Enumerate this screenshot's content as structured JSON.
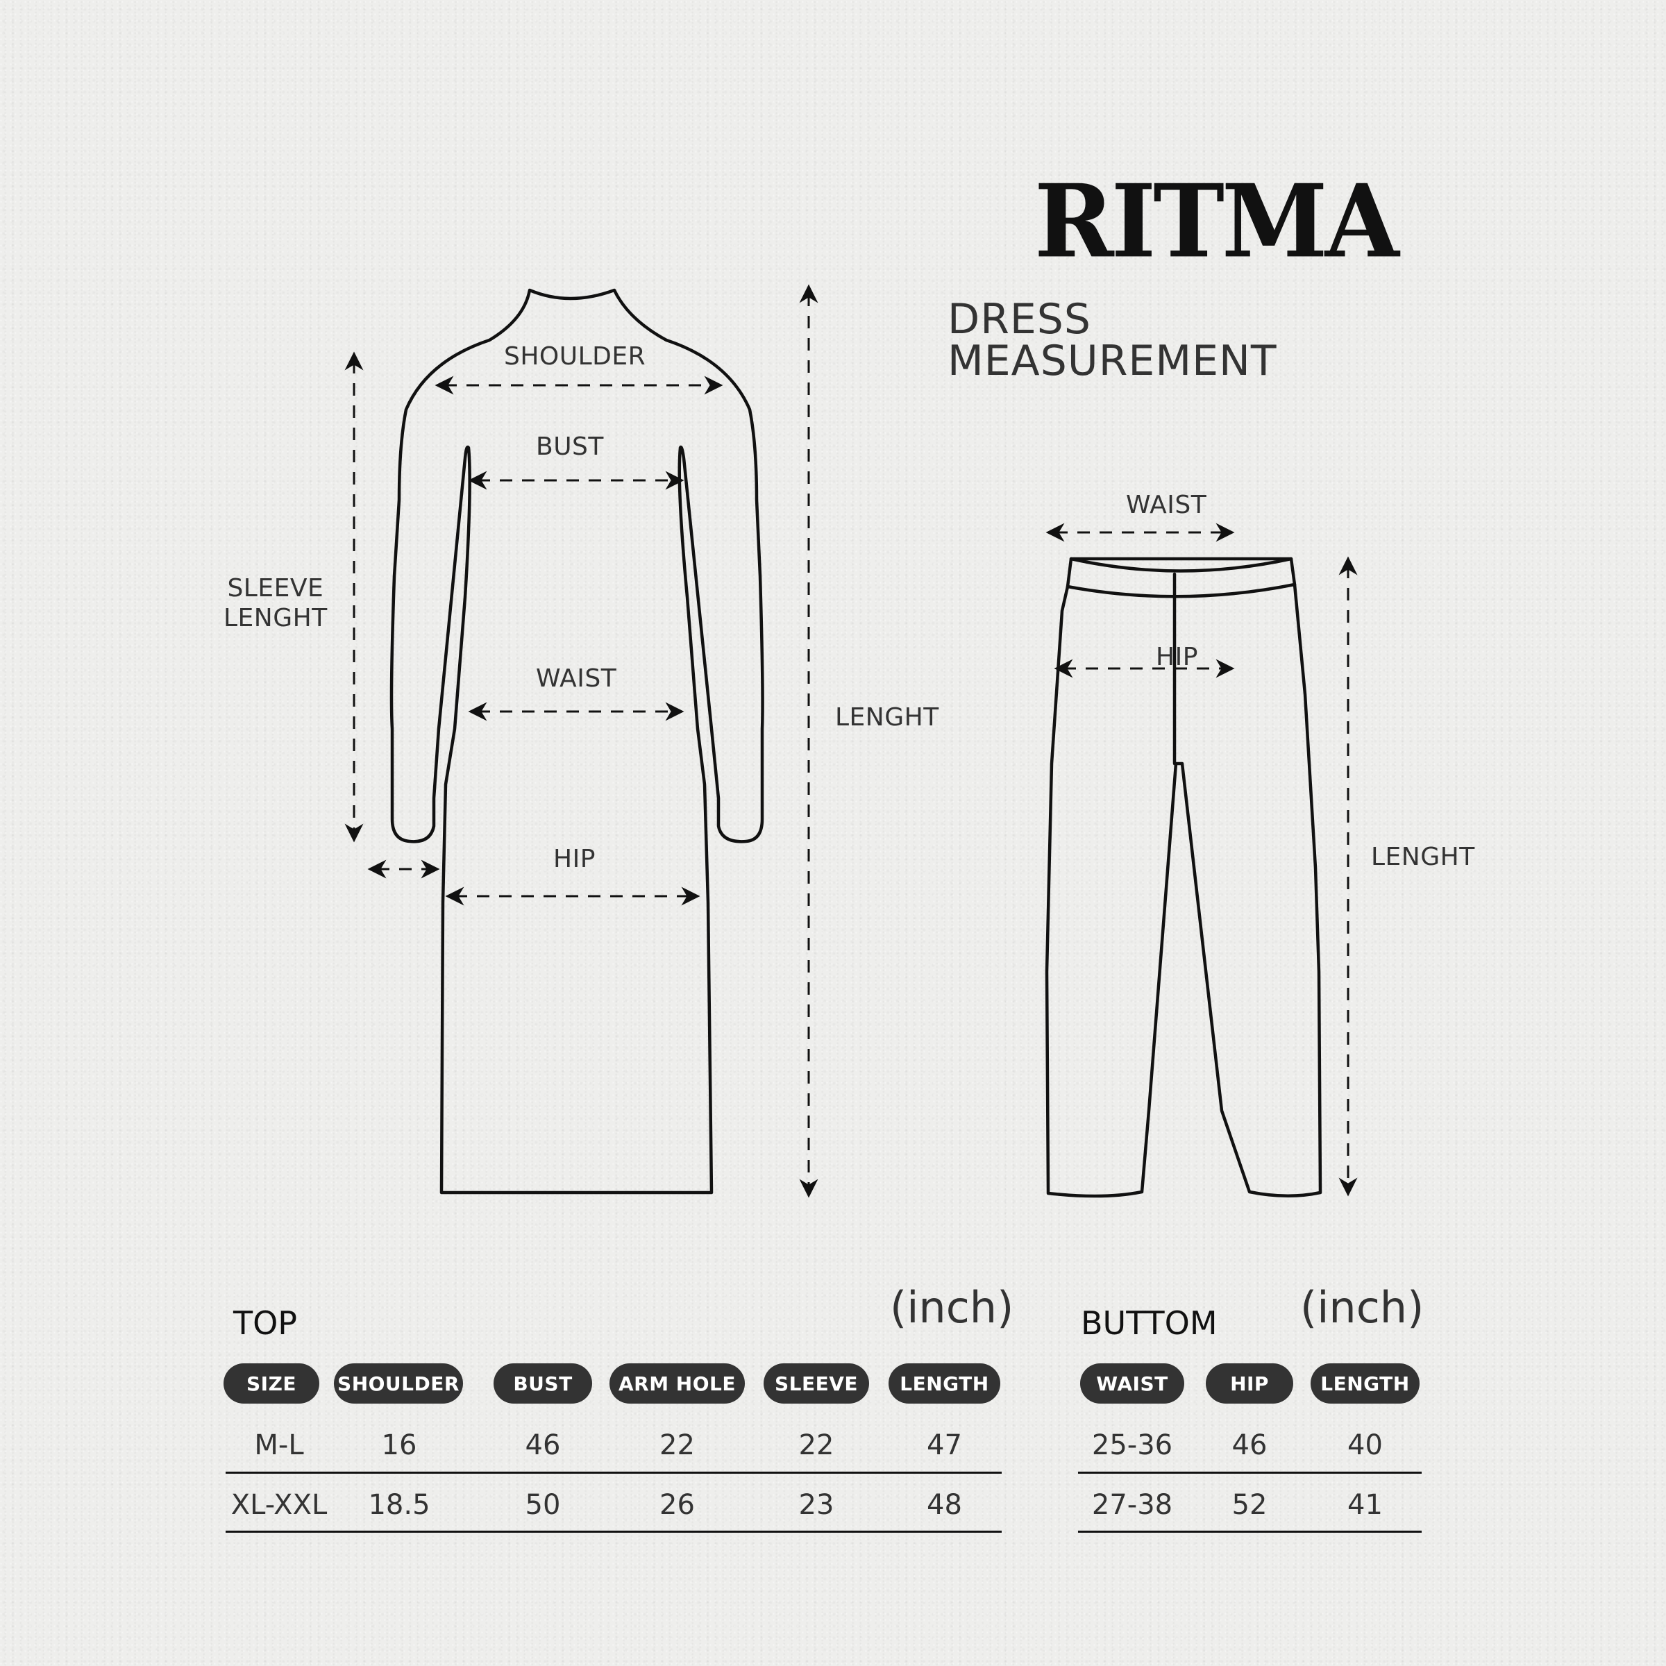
{
  "brand": {
    "name": "RITMA",
    "subtitle": "DRESS MEASUREMENT"
  },
  "dress_diagram": {
    "labels": {
      "shoulder": "SHOULDER",
      "bust": "BUST",
      "waist": "WAIST",
      "hip": "HIP",
      "sleeve_line1": "SLEEVE",
      "sleeve_line2": "LENGHT",
      "length": "LENGHT"
    }
  },
  "pants_diagram": {
    "labels": {
      "waist": "WAIST",
      "hip": "HIP",
      "length": "LENGHT"
    }
  },
  "top_table": {
    "title": "TOP",
    "unit": "(inch)",
    "headers": [
      "SIZE",
      "SHOULDER",
      "BUST",
      "ARM HOLE",
      "SLEEVE",
      "LENGTH"
    ],
    "rows": [
      [
        "M-L",
        "16",
        "46",
        "22",
        "22",
        "47"
      ],
      [
        "XL-XXL",
        "18.5",
        "50",
        "26",
        "23",
        "48"
      ]
    ]
  },
  "bottom_table": {
    "title": "BUTTOM",
    "unit": "(inch)",
    "headers": [
      "WAIST",
      "HIP",
      "LENGTH"
    ],
    "rows": [
      [
        "25-36",
        "46",
        "40"
      ],
      [
        "27-38",
        "52",
        "41"
      ]
    ]
  },
  "colors": {
    "background": "#eeeeec",
    "pill": "#333333",
    "text": "#2f2f2f",
    "line": "#111111"
  }
}
